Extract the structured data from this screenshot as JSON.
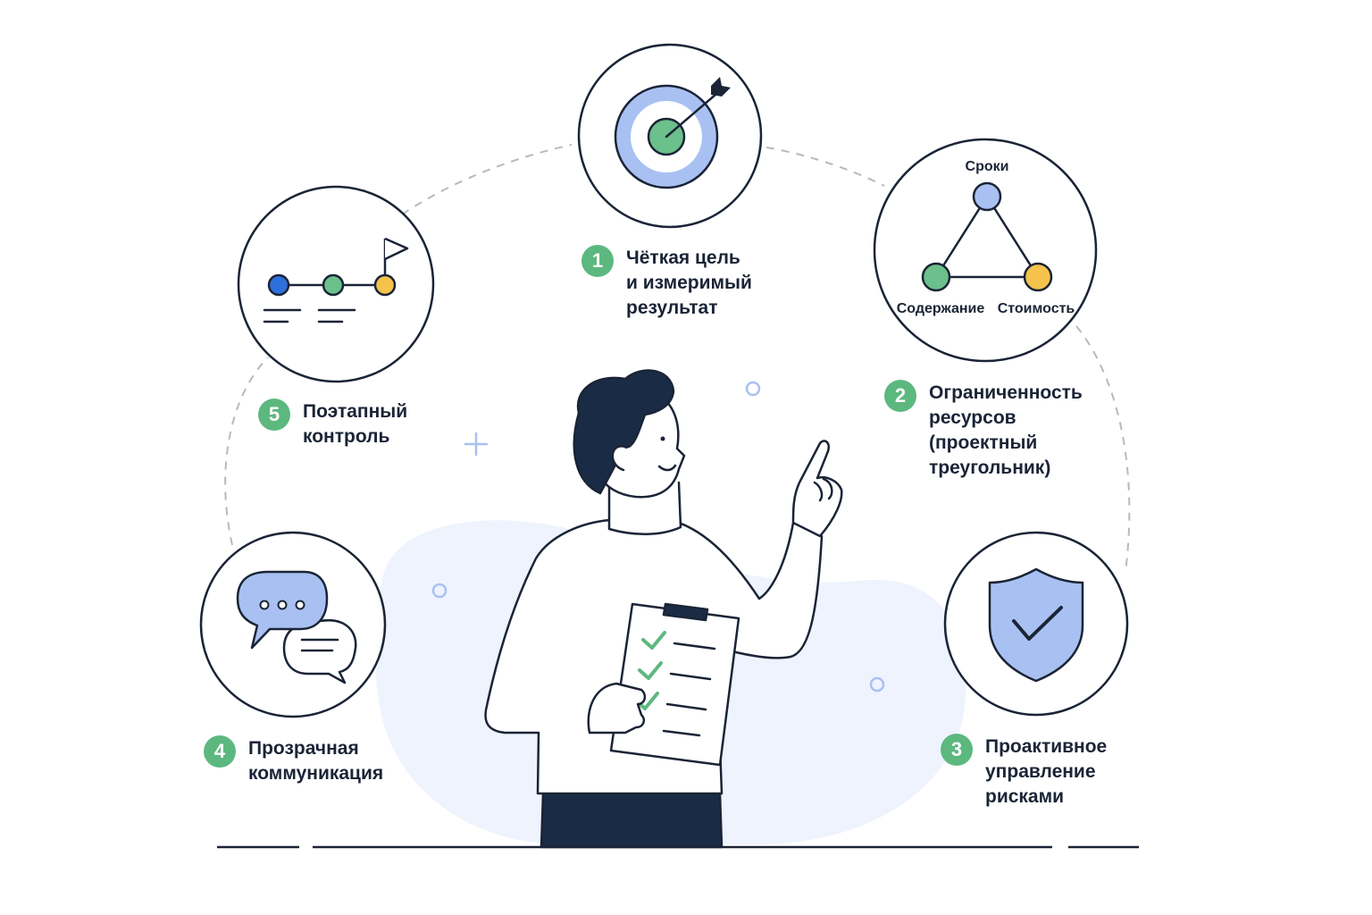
{
  "principles": [
    {
      "number": "1",
      "text": "Чёткая цель\nи измеримый\nрезультат",
      "icon": "target-icon"
    },
    {
      "number": "2",
      "text": "Ограниченность\nресурсов\n(проектный\nтреугольник)",
      "icon": "project-triangle-icon"
    },
    {
      "number": "3",
      "text": "Проактивное\nуправление\nрисками",
      "icon": "shield-check-icon"
    },
    {
      "number": "4",
      "text": "Прозрачная\nкоммуникация",
      "icon": "chat-bubbles-icon"
    },
    {
      "number": "5",
      "text": "Поэтапный\nконтроль",
      "icon": "milestones-flag-icon"
    }
  ],
  "triangle": {
    "top": "Сроки",
    "left": "Содержание",
    "right": "Стоимость"
  },
  "colors": {
    "badge": "#5cb87f",
    "outline": "#1a2436",
    "soft_blue": "#a9c1f2",
    "deep_blue": "#2f6fdc",
    "green": "#6cc08b",
    "yellow": "#f5c24b",
    "blob": "#eef3fd"
  }
}
